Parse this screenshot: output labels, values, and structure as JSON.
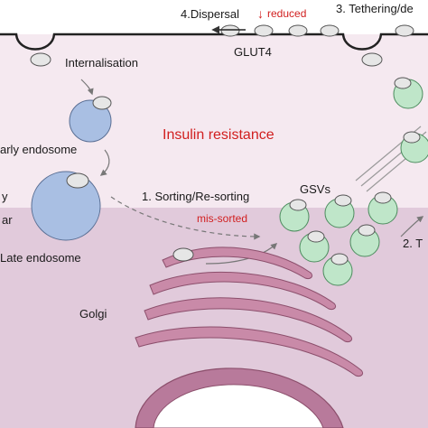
{
  "labels": {
    "dispersal": "4.Dispersal",
    "reduced": "reduced",
    "tethering": "3. Tethering/de",
    "glut4": "GLUT4",
    "internalisation": "Internalisation",
    "early_endosome": "arly endosome",
    "insulin_resistance": "Insulin resistance",
    "left_fragment_1": "y",
    "left_fragment_2": "ar",
    "late_endosome": "Late endosome",
    "sorting": "1. Sorting/Re-sorting",
    "mis_sorted": "mis-sorted",
    "gsvs": "GSVs",
    "step2_fragment": "2. T",
    "golgi": "Golgi"
  },
  "arrows": {
    "reduced_arrow": "↓"
  },
  "colors": {
    "cell_top": "#f5e9f0",
    "cell_bottom": "#e1cadb",
    "golgi": "#c98aa8",
    "golgi_stroke": "#8c4f6c",
    "nucleus": "#b87a9b",
    "early_endosome": "#a9bfe3",
    "late_endosome": "#a9bfe3",
    "gsv": "#bfe6c9",
    "gsv_stroke": "#4c8c5e",
    "vesicle": "#e6e6e6",
    "highlight_red": "#d11f1f"
  }
}
